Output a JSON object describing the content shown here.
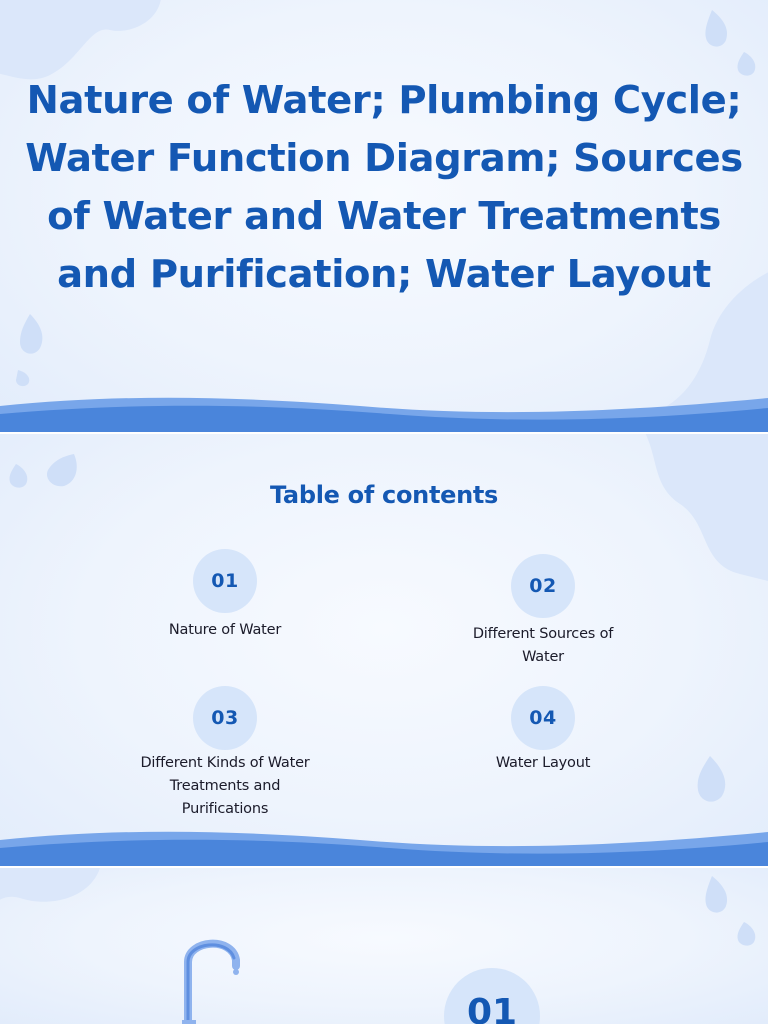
{
  "slide1": {
    "title": "Nature of Water; Plumbing Cycle; Water Function Diagram; Sources of Water and Water Treatments and Purification; Water Layout"
  },
  "slide2": {
    "heading": "Table of contents",
    "items": [
      {
        "number": "01",
        "label": "Nature of Water"
      },
      {
        "number": "02",
        "label": "Different Sources of Water"
      },
      {
        "number": "03",
        "label": "Different Kinds of Water Treatments and Purifications"
      },
      {
        "number": "04",
        "label": "Water Layout"
      }
    ]
  },
  "slide3": {
    "number": "01"
  },
  "colors": {
    "primary_blue": "#1458b3",
    "wave_blue": "#4a85db",
    "circle_fill": "#d6e5fa",
    "background": "#eef4fd"
  },
  "icons": [
    "water-drop-icon",
    "faucet-icon"
  ]
}
